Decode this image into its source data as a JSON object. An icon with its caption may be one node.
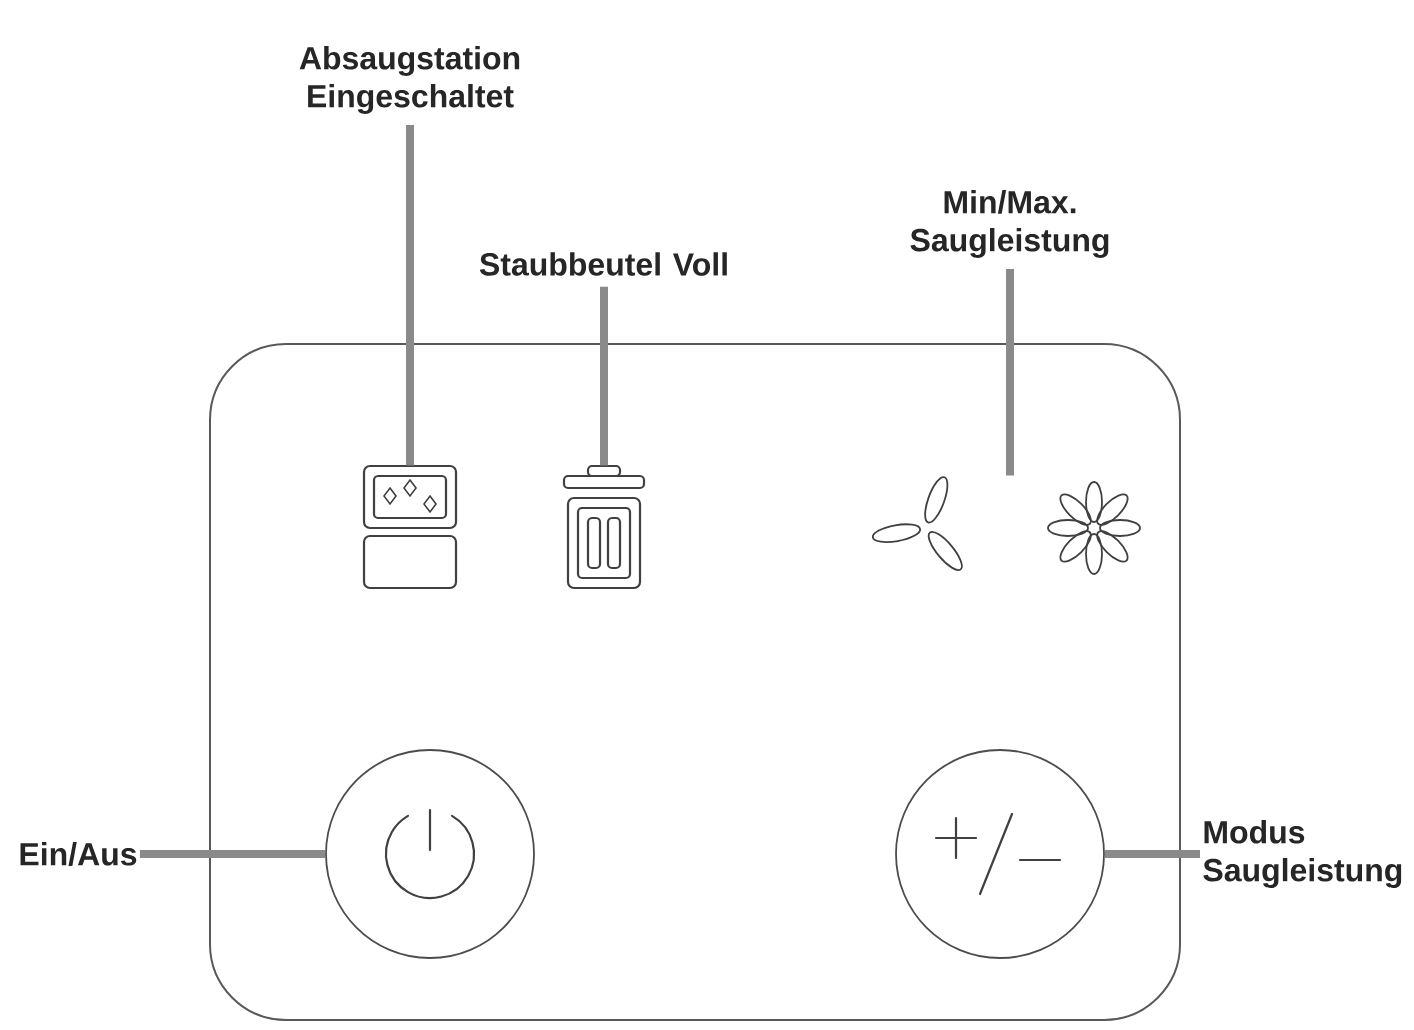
{
  "diagram": {
    "nodes": [
      {
        "text": [],
        "shape": "box"
      },
      {
        "text": [
          "Absaugstation Eingeschaltet"
        ]
      },
      {
        "text": [
          "Staubbeutel Voll"
        ]
      },
      {
        "text": [
          "Min/Max. Saugleistung"
        ]
      },
      {
        "text": [],
        "shape": "picture",
        "in": 0
      },
      {
        "text": [],
        "shape": "picture",
        "in": 0
      },
      {
        "text": [],
        "shape": "picture",
        "in": 0
      },
      {
        "text": [
          "Ein/Aus"
        ]
      },
      {
        "text": [],
        "shape": "circle",
        "in": 0
      },
      {
        "text": [],
        "shape": "circle",
        "in": 0
      },
      {
        "text": [
          "Modus Saugleistung"
        ]
      }
    ],
    "edges": [
      {
        "from": 1,
        "to": 4,
        "arrow": "none"
      },
      {
        "from": 2,
        "to": 5,
        "arrow": "none"
      },
      {
        "from": 3,
        "to": 6,
        "arrow": "none"
      },
      {
        "from": 7,
        "to": 8,
        "arrow": "none"
      },
      {
        "from": 10,
        "to": 9,
        "arrow": "none"
      }
    ]
  }
}
